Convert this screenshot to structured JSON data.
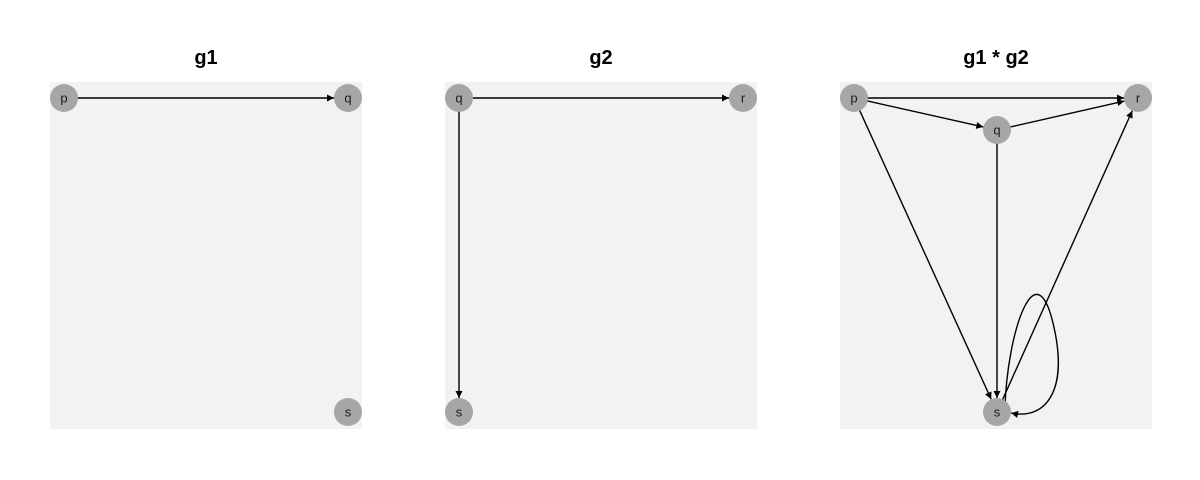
{
  "panels": [
    {
      "title": "g1",
      "nodes": [
        "p",
        "q",
        "s"
      ],
      "edges": [
        {
          "from": "p",
          "to": "q"
        }
      ]
    },
    {
      "title": "g2",
      "nodes": [
        "q",
        "r",
        "s"
      ],
      "edges": [
        {
          "from": "q",
          "to": "r"
        },
        {
          "from": "q",
          "to": "s"
        }
      ]
    },
    {
      "title": "g1 * g2",
      "nodes": [
        "p",
        "q",
        "r",
        "s"
      ],
      "edges": [
        {
          "from": "p",
          "to": "r"
        },
        {
          "from": "p",
          "to": "q"
        },
        {
          "from": "q",
          "to": "r"
        },
        {
          "from": "p",
          "to": "s"
        },
        {
          "from": "q",
          "to": "s"
        },
        {
          "from": "s",
          "to": "r"
        },
        {
          "from": "s",
          "to": "s"
        }
      ]
    }
  ],
  "colors": {
    "panel_background": "#f2f2f2",
    "node_fill": "#a6a6a6",
    "edge": "#000000"
  }
}
